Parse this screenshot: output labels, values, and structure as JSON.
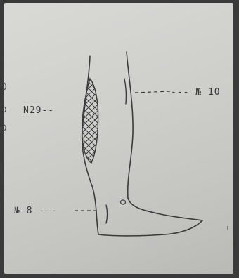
{
  "labels": {
    "n29": "N29--",
    "n10": "--- № 10",
    "n8": "№ 8 ---"
  },
  "colors": {
    "paper": "#d2d2cf",
    "pencil": "#3c3c3c"
  }
}
